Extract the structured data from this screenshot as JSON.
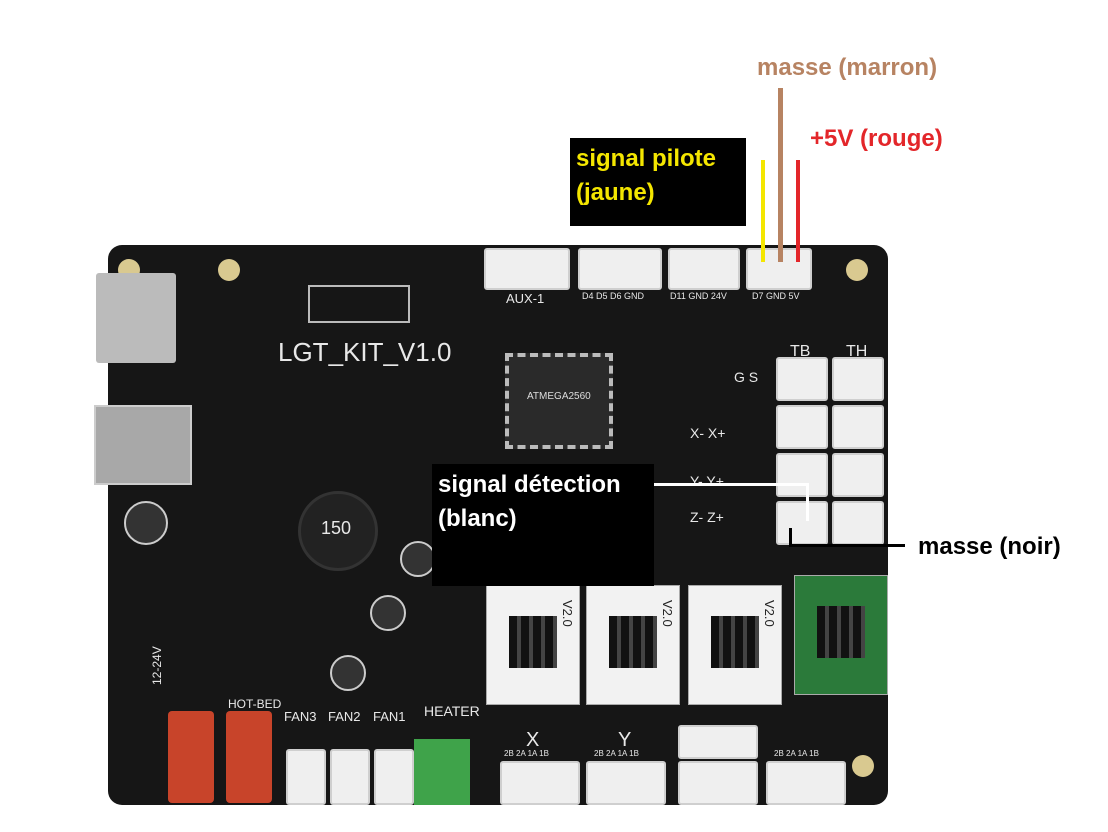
{
  "board": {
    "name": "LGT_KIT_V1.0",
    "top_connectors": [
      "AUX-1",
      "D4 D5 D6 GND",
      "D11 GND 24V",
      "D7 GND 5V"
    ],
    "thermistors": [
      "TB",
      "TH"
    ],
    "endstop_header": "G S",
    "endstops": [
      "X- X+",
      "Y- Y+",
      "Z- Z+"
    ],
    "inductor": "150",
    "chip": "ATMEGA2560",
    "power_input": "12-24V",
    "bottom_labels": [
      "HOT-BED",
      "FAN3",
      "FAN2",
      "FAN1",
      "HEATER"
    ],
    "motor_labels": [
      "X",
      "Y"
    ],
    "motor_pins": "2B 2A 1A 1B",
    "driver_version": "V2.0"
  },
  "annotations": {
    "ground_brown": "masse (marron)",
    "plus5v_red": "+5V (rouge)",
    "signal_pilot_l1": "signal pilote",
    "signal_pilot_l2": "(jaune)",
    "signal_detect_l1": "signal détection",
    "signal_detect_l2": "(blanc)",
    "ground_black": "masse (noir)"
  },
  "colors": {
    "brown": "#b78362",
    "red": "#e3262a",
    "yellow": "#f4e600",
    "board": "#161616"
  }
}
